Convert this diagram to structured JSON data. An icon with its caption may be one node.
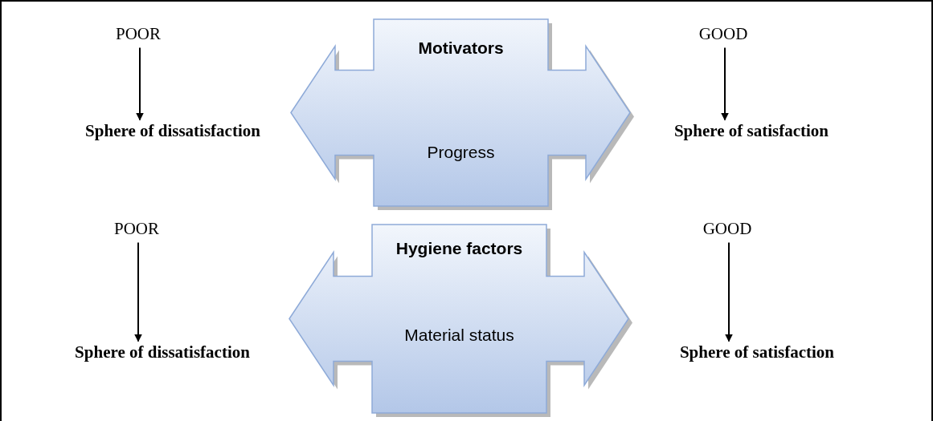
{
  "diagram": {
    "nodes": [
      {
        "text": [
          "POOR"
        ]
      },
      {
        "text": [
          "Motivators",
          "Progress"
        ]
      },
      {
        "text": [
          "GOOD"
        ]
      },
      {
        "text": [
          "Sphere of dissatisfaction"
        ]
      },
      {
        "text": [
          "Sphere of satisfaction"
        ]
      },
      {
        "text": [
          "POOR"
        ]
      },
      {
        "text": [
          "Hygiene factors",
          "Material status"
        ]
      },
      {
        "text": [
          "GOOD"
        ]
      },
      {
        "text": [
          "Sphere of dissatisfaction"
        ]
      },
      {
        "text": [
          "Sphere of satisfaction"
        ]
      }
    ],
    "edges": [
      {
        "from": 0,
        "to": 3,
        "arrow": "to"
      },
      {
        "from": 2,
        "to": 4,
        "arrow": "to"
      },
      {
        "from": 5,
        "to": 8,
        "arrow": "to"
      },
      {
        "from": 7,
        "to": 9,
        "arrow": "to"
      }
    ]
  }
}
